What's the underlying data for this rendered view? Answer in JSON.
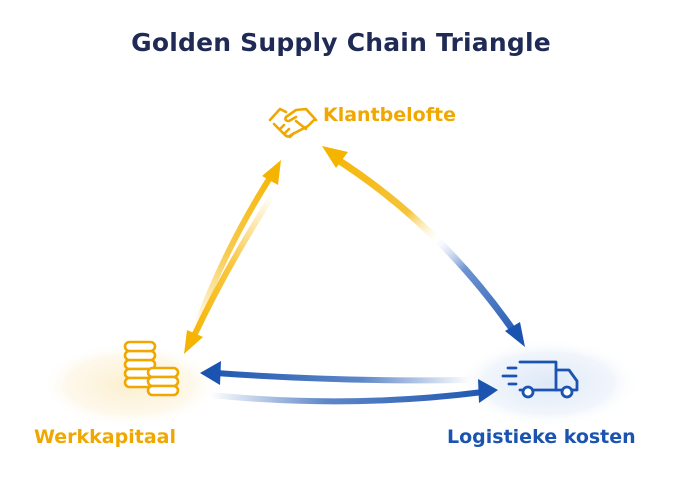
{
  "diagram": {
    "title": "Golden Supply Chain Triangle",
    "nodes": {
      "top": {
        "label": "Klantbelofte",
        "icon": "handshake-icon",
        "color": "#f0a800"
      },
      "left": {
        "label": "Werkkapitaal",
        "icon": "coins-icon",
        "color": "#f0a800"
      },
      "right": {
        "label": "Logistieke kosten",
        "icon": "delivery-truck-icon",
        "color": "#1a54b0"
      }
    },
    "colors": {
      "title": "#1f2a55",
      "gold": "#f5b400",
      "blue": "#1a54b0"
    }
  }
}
